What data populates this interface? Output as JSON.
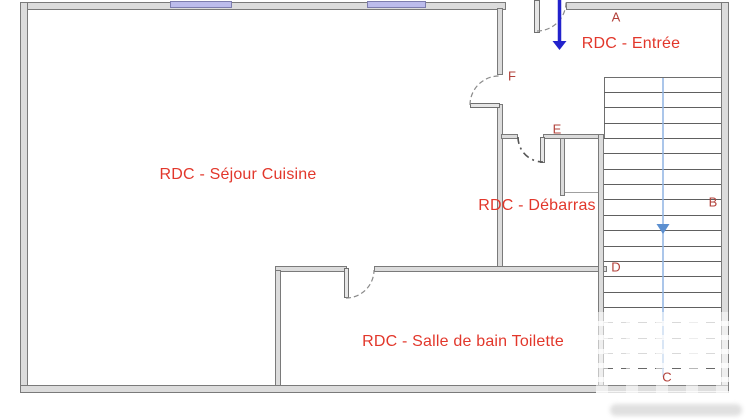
{
  "rooms": {
    "sejour": "RDC - Séjour Cuisine",
    "entree": "RDC - Entrée",
    "debarras": "RDC - Débarras",
    "salle_de_bain": "RDC - Salle de bain Toilette"
  },
  "markers": {
    "a": "A",
    "b": "B",
    "c": "C",
    "d": "D",
    "e": "E",
    "f": "F"
  },
  "icons": {
    "entry_direction": "down-arrow",
    "stair_direction": "down-arrow"
  },
  "colors": {
    "room_label": "#e2372b",
    "marker": "#b2413a",
    "wall_fill": "#dcdcdc",
    "wall_edge": "#7a7a7a",
    "window_fill": "#bcbcec",
    "window_edge": "#7d7dae",
    "entry_arrow": "#2222cc",
    "stair_guide": "#8fb4e3"
  }
}
